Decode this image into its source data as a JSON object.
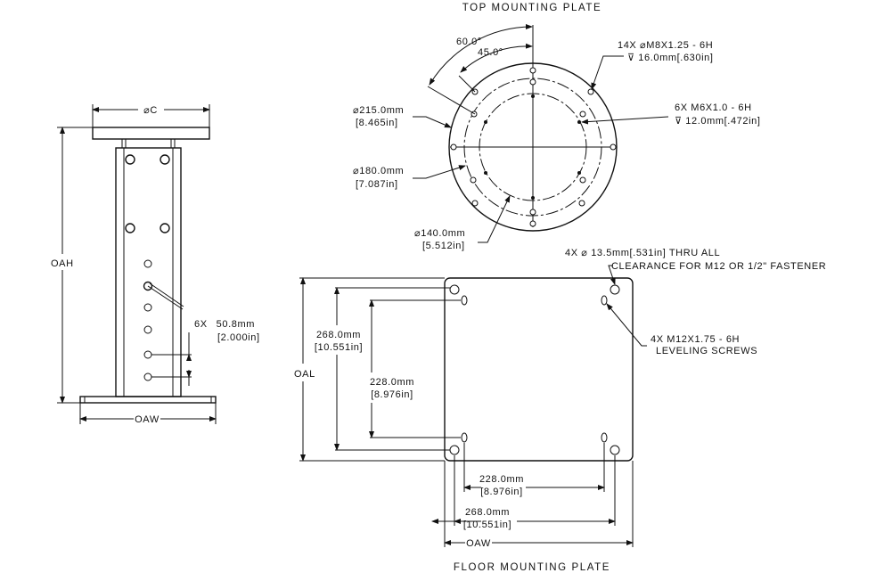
{
  "side_view": {
    "dia_c": "⌀C",
    "oah": "OAH",
    "oaw": "OAW",
    "pin_spacing_qty": "6X",
    "pin_spacing_mm": "50.8mm",
    "pin_spacing_in": "[2.000in]"
  },
  "top_plate": {
    "title": "TOP MOUNTING PLATE",
    "angle_60": "60.0°",
    "angle_45": "45.0°",
    "m8_callout": "14X ⌀M8X1.25 - 6H",
    "m8_depth": "⊽ 16.0mm[.630in]",
    "m6_callout": "6X M6X1.0 - 6H",
    "m6_depth": "⊽ 12.0mm[.472in]",
    "dia_215_mm": "⌀215.0mm",
    "dia_215_in": "[8.465in]",
    "dia_180_mm": "⌀180.0mm",
    "dia_180_in": "[7.087in]",
    "dia_140_mm": "⌀140.0mm",
    "dia_140_in": "[5.512in]"
  },
  "floor_plate": {
    "title": "FLOOR MOUNTING PLATE",
    "thru_callout": "4X ⌀ 13.5mm[.531in] THRU ALL",
    "clearance_note": "CLEARANCE FOR M12 OR 1/2\" FASTENER",
    "leveling_callout": "4X M12X1.75 - 6H",
    "leveling_note": "LEVELING SCREWS",
    "oal": "OAL",
    "oaw": "OAW",
    "v268_mm": "268.0mm",
    "v268_in": "[10.551in]",
    "v228_mm": "228.0mm",
    "v228_in": "[8.976in]",
    "h228_mm": "228.0mm",
    "h228_in": "[8.976in]",
    "h268_mm": "268.0mm",
    "h268_in": "[10.551in]"
  }
}
